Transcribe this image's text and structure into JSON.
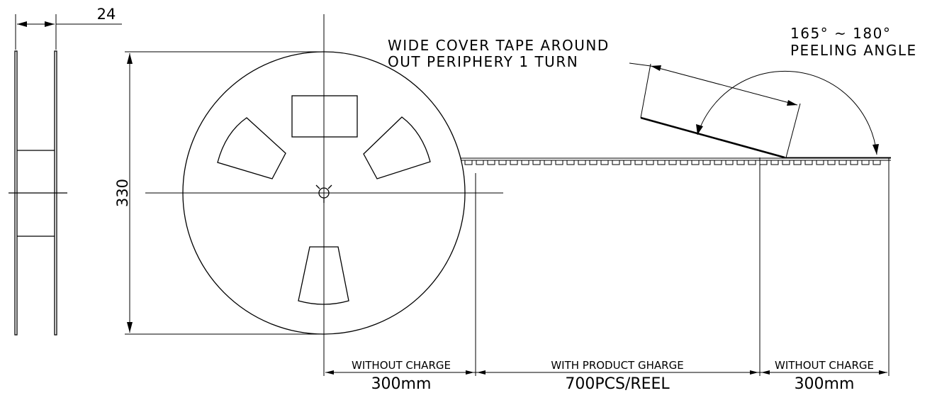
{
  "drawing": {
    "side_view": {
      "width_dimension": "24"
    },
    "reel": {
      "diameter_dimension": "330"
    },
    "cover_tape_note": {
      "line1": "WIDE COVER TAPE AROUND",
      "line2": "OUT PERIPHERY 1 TURN"
    },
    "peeling_note": {
      "line1": "165° ~ 180°",
      "line2": "PEELING ANGLE"
    },
    "tape_sections": [
      {
        "label": "WITHOUT CHARGE",
        "value": "300mm"
      },
      {
        "label": "WITH PRODUCT GHARGE",
        "value": "700PCS/REEL"
      },
      {
        "label": "WITHOUT CHARGE",
        "value": "300mm"
      }
    ]
  }
}
